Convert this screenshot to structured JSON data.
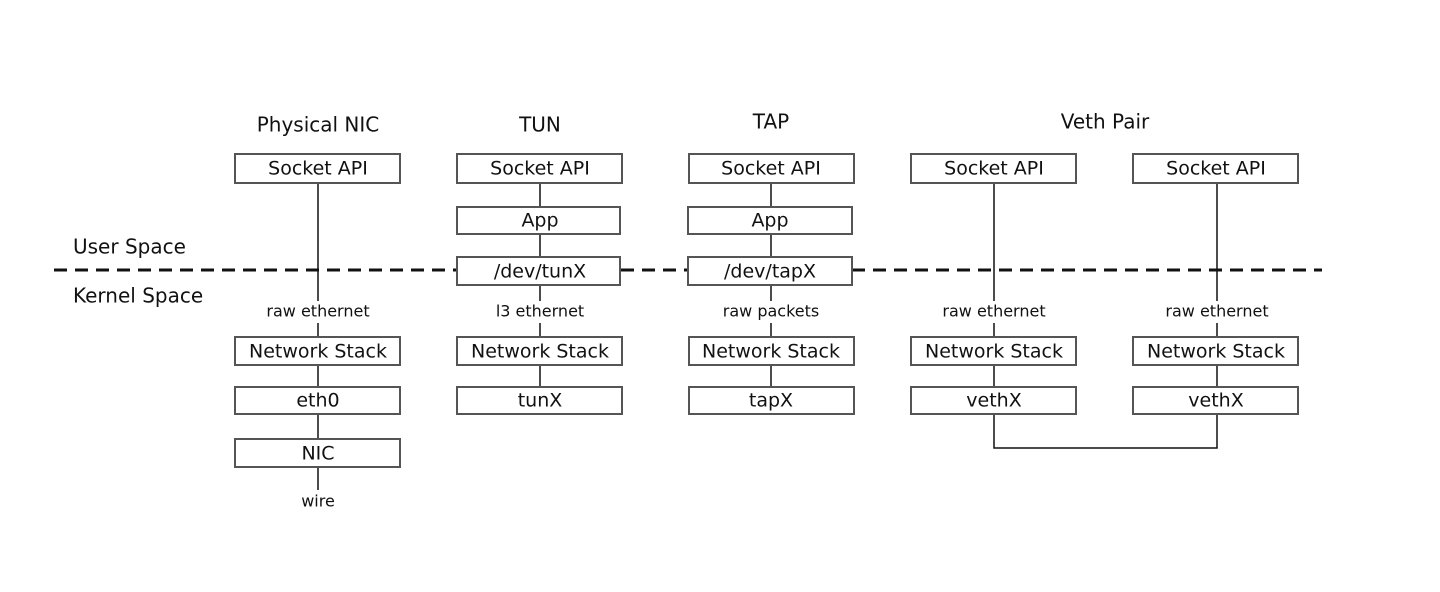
{
  "spaces": {
    "user": "User Space",
    "kernel": "Kernel Space"
  },
  "columns": {
    "physical": {
      "title": "Physical NIC",
      "socket": "Socket API",
      "label": "raw ethernet",
      "stack": "Network Stack",
      "dev": "eth0",
      "nic": "NIC",
      "wire": "wire"
    },
    "tun": {
      "title": "TUN",
      "socket": "Socket API",
      "app": "App",
      "devfile": "/dev/tunX",
      "label": "l3 ethernet",
      "stack": "Network Stack",
      "dev": "tunX"
    },
    "tap": {
      "title": "TAP",
      "socket": "Socket API",
      "app": "App",
      "devfile": "/dev/tapX",
      "label": "raw packets",
      "stack": "Network Stack",
      "dev": "tapX"
    },
    "veth": {
      "title": "Veth Pair",
      "a": {
        "socket": "Socket API",
        "label": "raw ethernet",
        "stack": "Network Stack",
        "dev": "vethX"
      },
      "b": {
        "socket": "Socket API",
        "label": "raw ethernet",
        "stack": "Network Stack",
        "dev": "vethX"
      }
    }
  }
}
